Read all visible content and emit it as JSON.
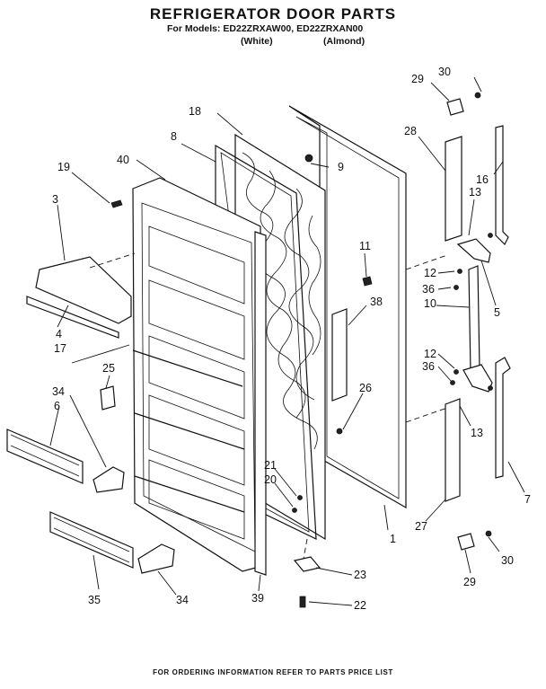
{
  "header": {
    "title": "REFRIGERATOR DOOR PARTS",
    "models_line": "For Models: ED22ZRXAW00, ED22ZRXAN00",
    "variant_white": "(White)",
    "variant_almond": "(Almond)"
  },
  "footer": {
    "note": "FOR ORDERING INFORMATION REFER TO PARTS PRICE LIST"
  },
  "callouts": {
    "p30a": "30",
    "p29a": "29",
    "p28": "28",
    "p18": "18",
    "p8": "8",
    "p9": "9",
    "p40": "40",
    "p19": "19",
    "p16": "16",
    "p13a": "13",
    "p3": "3",
    "p11": "11",
    "p12a": "12",
    "p36a": "36",
    "p10": "10",
    "p38": "38",
    "p5": "5",
    "p4": "4",
    "p17": "17",
    "p25": "25",
    "p12b": "12",
    "p36b": "36",
    "p34a": "34",
    "p6": "6",
    "p26": "26",
    "p13b": "13",
    "p21": "21",
    "p20": "20",
    "p7": "7",
    "p1": "1",
    "p27": "27",
    "p30b": "30",
    "p23": "23",
    "p29b": "29",
    "p35": "35",
    "p34b": "34",
    "p39": "39",
    "p22": "22"
  }
}
